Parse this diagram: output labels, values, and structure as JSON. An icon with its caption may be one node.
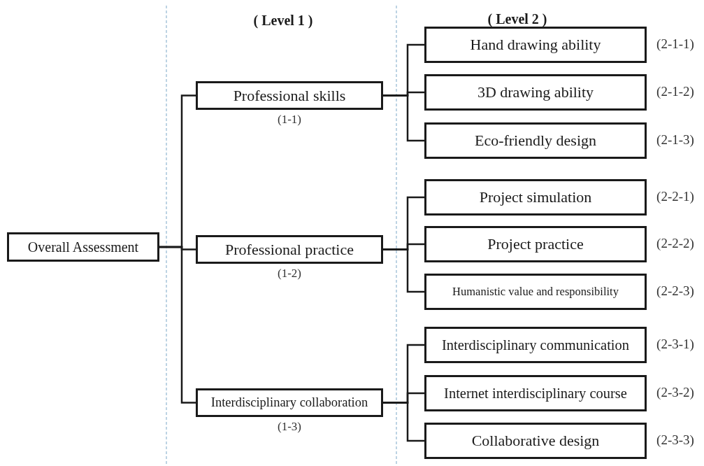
{
  "diagram": {
    "nodes": [
      {
        "text": [
          "Overall Assessment"
        ]
      },
      {
        "text": [
          "Professional skills"
        ],
        "beside": [
          "(1-1)"
        ]
      },
      {
        "text": [
          "Professional practice"
        ],
        "beside": [
          "(1-2)"
        ]
      },
      {
        "text": [
          "Interdisciplinary collaboration"
        ],
        "beside": [
          "(1-3)"
        ]
      },
      {
        "text": [
          "Hand drawing ability"
        ],
        "beside": [
          "(2-1-1)"
        ]
      },
      {
        "text": [
          "3D drawing ability"
        ],
        "beside": [
          "(2-1-2)"
        ]
      },
      {
        "text": [
          "Eco-friendly design"
        ],
        "beside": [
          "(2-1-3)"
        ]
      },
      {
        "text": [
          "Project simulation"
        ],
        "beside": [
          "(2-2-1)"
        ]
      },
      {
        "text": [
          "Project practice"
        ],
        "beside": [
          "(2-2-2)"
        ]
      },
      {
        "text": [
          "Humanistic value and responsibility"
        ],
        "beside": [
          "(2-2-3)"
        ]
      },
      {
        "text": [
          "Interdisciplinary communication"
        ],
        "beside": [
          "(2-3-1)"
        ]
      },
      {
        "text": [
          "Internet interdisciplinary course"
        ],
        "beside": [
          "(2-3-2)"
        ]
      },
      {
        "text": [
          "Collaborative design"
        ],
        "beside": [
          "(2-3-3)"
        ]
      }
    ],
    "edges": [
      {
        "from": 0,
        "to": 1,
        "arrow": "none"
      },
      {
        "from": 0,
        "to": 2,
        "arrow": "none"
      },
      {
        "from": 0,
        "to": 3,
        "arrow": "none"
      },
      {
        "from": 1,
        "to": 4,
        "arrow": "none"
      },
      {
        "from": 1,
        "to": 5,
        "arrow": "none"
      },
      {
        "from": 1,
        "to": 6,
        "arrow": "none"
      },
      {
        "from": 2,
        "to": 7,
        "arrow": "none"
      },
      {
        "from": 2,
        "to": 8,
        "arrow": "none"
      },
      {
        "from": 2,
        "to": 9,
        "arrow": "none"
      },
      {
        "from": 3,
        "to": 10,
        "arrow": "none"
      },
      {
        "from": 3,
        "to": 11,
        "arrow": "none"
      },
      {
        "from": 3,
        "to": 12,
        "arrow": "none"
      }
    ],
    "labels": [
      "( Level 1 )",
      "( Level 2 )"
    ]
  }
}
